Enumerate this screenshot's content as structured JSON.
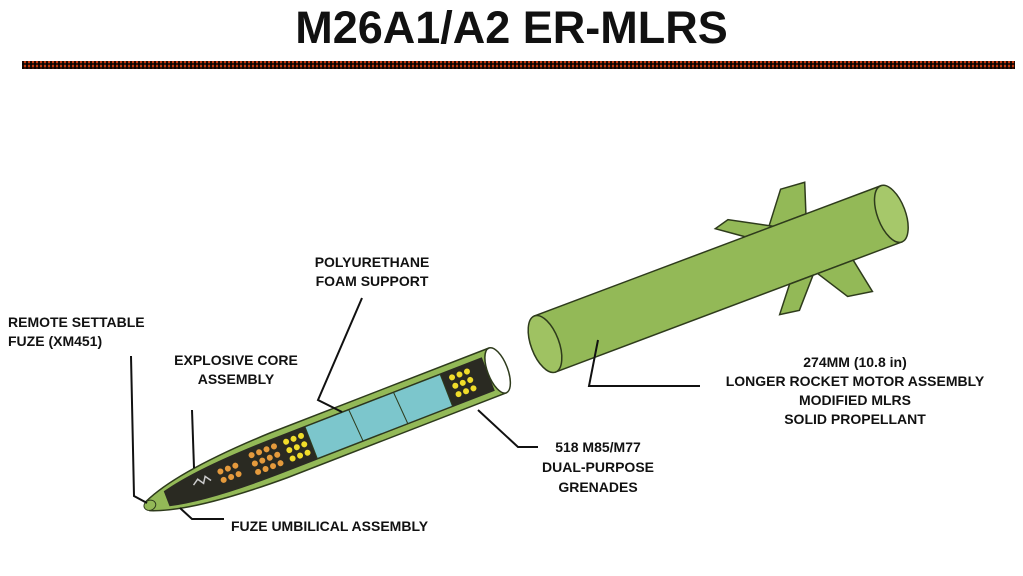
{
  "title": "M26A1/A2 ER-MLRS",
  "labels": {
    "foam": [
      "POLYURETHANE",
      "FOAM SUPPORT"
    ],
    "fuze": [
      "REMOTE SETTABLE",
      "FUZE (XM451)"
    ],
    "core": [
      "EXPLOSIVE CORE",
      "ASSEMBLY"
    ],
    "umbilical": [
      "FUZE UMBILICAL ASSEMBLY"
    ],
    "grenades": [
      "518 M85/M77",
      "DUAL-PURPOSE",
      "GRENADES"
    ],
    "motor": [
      "274MM (10.8 in)",
      "LONGER ROCKET MOTOR ASSEMBLY",
      "MODIFIED MLRS",
      "SOLID PROPELLANT"
    ]
  },
  "colors": {
    "body": "#93b957",
    "outline": "#2e3b1c",
    "foam": "#7cc6cc",
    "grenade_orange": "#e59a3c",
    "grenade_yellow": "#f0dc2a",
    "bar": "#c33a10"
  }
}
